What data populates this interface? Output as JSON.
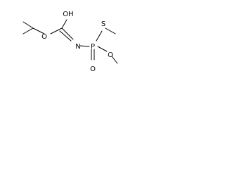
{
  "molecule": {
    "atoms": {
      "o_ester": "O",
      "oh": "OH",
      "n": "N",
      "s": "S",
      "p": "P",
      "o_phosphoryl": "O",
      "o_methoxy": "O"
    }
  }
}
